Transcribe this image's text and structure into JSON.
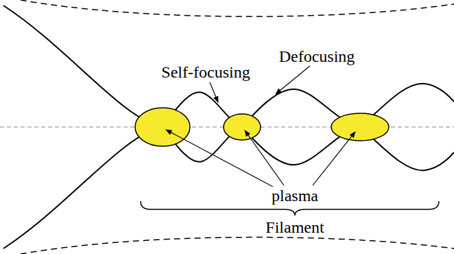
{
  "diagram": {
    "labels": [
      "Self-focusing",
      "Defocusing",
      "plasma",
      "Filament"
    ]
  }
}
